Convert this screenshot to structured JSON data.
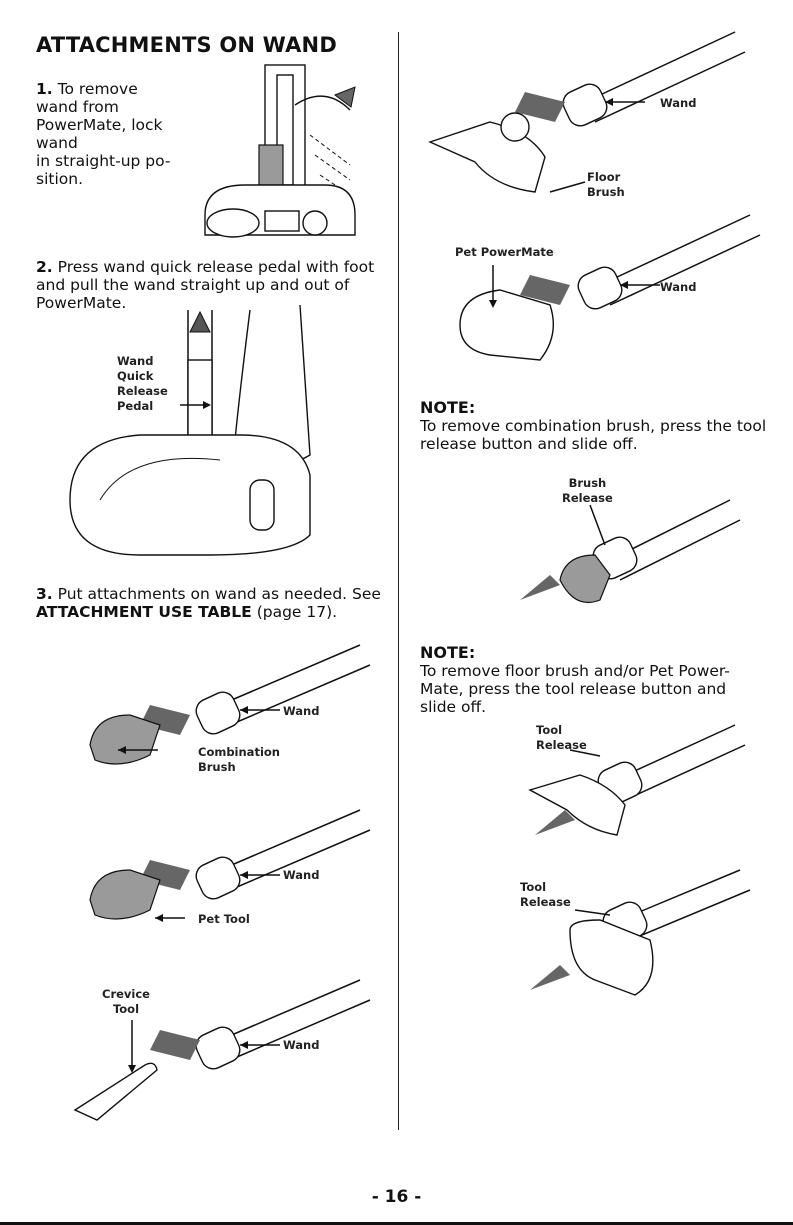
{
  "title": "ATTACHMENTS ON WAND",
  "step1": {
    "num": "1.",
    "text_l1": "To remove",
    "text_l2": "wand from",
    "text_l3": "PowerMate, lock",
    "text_l4": "wand",
    "text_l5": "in straight-up po-",
    "text_l6": "sition."
  },
  "step2": {
    "num": "2.",
    "text_l1": " Press wand quick release pedal with foot",
    "text_l2": "and pull the wand straight up and out of",
    "text_l3": "PowerMate.",
    "label_l1": "Wand",
    "label_l2": "Quick",
    "label_l3": "Release",
    "label_l4": "Pedal"
  },
  "step3": {
    "num": "3.",
    "text_l1": " Put attachments on wand as needed. See",
    "ref": "ATTACHMENT USE TABLE",
    "ref_page": " (page 17)."
  },
  "labels": {
    "wand": "Wand",
    "combination_l1": "Combination",
    "combination_l2": "Brush",
    "pet_tool": "Pet Tool",
    "crevice_l1": "Crevice",
    "crevice_l2": "Tool",
    "floor_l1": "Floor",
    "floor_l2": "Brush",
    "pet_powermate": "Pet PowerMate",
    "brush_l1": "Brush",
    "brush_l2": "Release",
    "tool_l1": "Tool",
    "tool_l2": "Release"
  },
  "note1": {
    "heading": "NOTE:",
    "l1": "To remove combination brush, press the tool",
    "l2": "release button and slide off."
  },
  "note2": {
    "heading": "NOTE:",
    "l1": "To remove floor brush and/or Pet Power-",
    "l2": "Mate, press the tool release button and",
    "l3": "slide off."
  },
  "page_number": "- 16 -"
}
